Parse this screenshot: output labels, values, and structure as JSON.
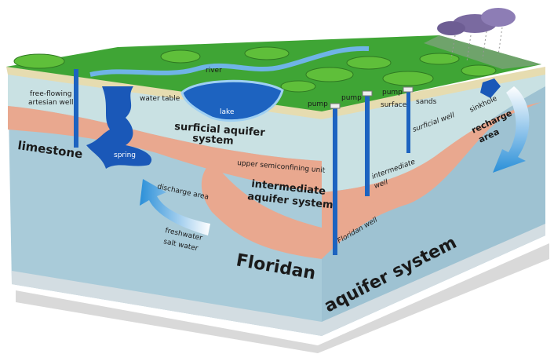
{
  "labels": {
    "river": "river",
    "lake": "lake",
    "free_flowing_artesian_well": [
      "free-flowing",
      "artesian well"
    ],
    "water_table": "water table",
    "surficial_aquifer_system": [
      "surficial aquifer",
      "system"
    ],
    "limestone": "limestone",
    "spring": "spring",
    "upper_semiconfining_unit": "upper semiconfining unit",
    "intermediate_aquifer_system": [
      "intermediate",
      "aquifer system"
    ],
    "discharge_area": "discharge area",
    "freshwater": "freshwater",
    "salt_water": "salt water",
    "floridan": "Floridan",
    "aquifer_system": "aquifer system",
    "pump_1": "pump",
    "pump_2": "pump",
    "pump_3": "pump",
    "surface_sands": [
      "surface",
      "sands"
    ],
    "surficial_well": "surficial well",
    "intermediate_well": [
      "intermediate",
      "well"
    ],
    "floridan_well": "Floridan well",
    "sinkhole": "sinkhole",
    "recharge_area": [
      "recharge",
      "area"
    ]
  },
  "colors": {
    "land": "#3fa535",
    "sand": "#e6dcb0",
    "surficial_layer": "#c9e1e3",
    "confining_unit": "#e9a88f",
    "limestone": "#a9cbd9",
    "water": "#1d63c0",
    "salt_layer": "#d3dde2"
  }
}
